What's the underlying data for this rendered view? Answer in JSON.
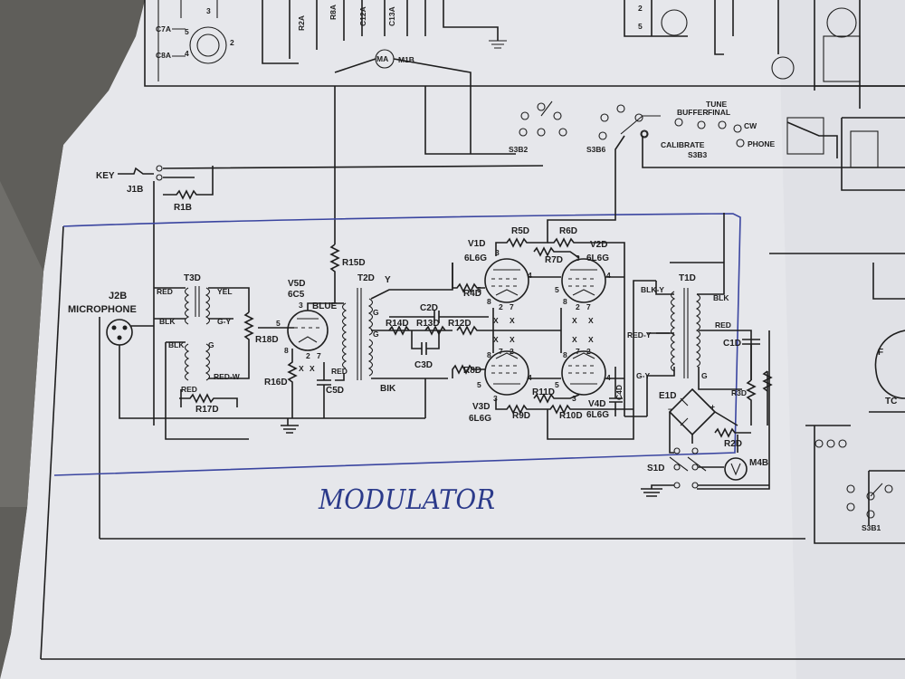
{
  "handwritten_label": "MODULATOR",
  "labels": {
    "key": "KEY",
    "j1b": "J1B",
    "r1b": "R1B",
    "microphone": "MICROPHONE",
    "j2b": "J2B",
    "t3d": "T3D",
    "red_t3_a": "RED",
    "yel": "YEL",
    "blk_t3": "BLK",
    "g_y_t3": "G-Y",
    "blk_t3b": "BLK",
    "g_t3": "G",
    "red_w": "RED-W",
    "red_t3_b": "RED",
    "r17d": "R17D",
    "r18d": "R18D",
    "v5d": "V5D",
    "6c5": "6C5",
    "blue": "BLUE",
    "red_v5": "RED",
    "r16d": "R16D",
    "c5d": "C5D",
    "r15d": "R15D",
    "t2d": "T2D",
    "y_t2": "Y",
    "g_t2": "G",
    "bik": "BIK",
    "r14d": "R14D",
    "r13d": "R13D",
    "r12d": "R12D",
    "c2d": "C2D",
    "c3d": "C3D",
    "r5d": "R5D",
    "r6d": "R6D",
    "r7d": "R7D",
    "r4d": "R4D",
    "r8d": "R8D",
    "r9d": "R9D",
    "r10d": "R10D",
    "r11d": "R11D",
    "v1d": "V1D",
    "v1d_type": "6L6G",
    "v2d": "V2D",
    "v2d_type": "6L6G",
    "v3d": "V3D",
    "v3d_type": "6L6G",
    "v4d": "V4D",
    "v4d_type": "6L6G",
    "c4d": "C4D",
    "t1d": "T1D",
    "blk_y": "BLK-Y",
    "blk_t1": "BLK",
    "red_t1": "RED",
    "red_y": "RED-Y",
    "g_y_t1": "G-Y",
    "g_t1": "G",
    "c1d": "C1D",
    "r3d": "R3D",
    "e1d": "E1D",
    "r2d": "R2D",
    "s1d": "S1D",
    "m4b": "M4B",
    "s3b2": "S3B2",
    "s3b6": "S3B6",
    "calibrate": "CALIBRATE",
    "s3b3": "S3B3",
    "tune": "TUNE",
    "buffer": "BUFFER",
    "final": "FINAL",
    "c7a": "C7A",
    "c8a": "C8A",
    "r2a": "R2A",
    "r8a": "R8A",
    "c12a": "C12A",
    "c13a": "C13A",
    "ma": "MA",
    "m1b": "M1B",
    "phone": "PHONE",
    "cw": "CW",
    "s3b1": "S3B1",
    "tc": "TC"
  },
  "colors": {
    "paper": "#e9eaee",
    "ink": "#1e1e1e",
    "pen": "#3a45a0",
    "background": "#6b6a66"
  }
}
